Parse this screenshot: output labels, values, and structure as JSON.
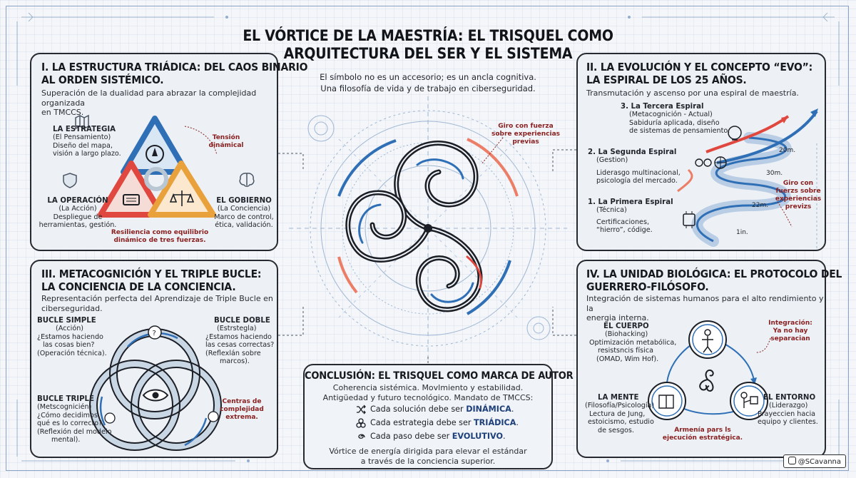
{
  "header": {
    "title_1": "EL VÓRTICE DE LA MAESTRÍA: EL TRISQUEL COMO",
    "title_2": "ARQUITECTURA DEL SER Y EL SISTEMA",
    "tagline_1": "El símbolo no es un accesorio; es un ancla cognitiva.",
    "tagline_2": "Una filosofía de vida y de trabajo en ciberseguridad."
  },
  "center": {
    "annotation_1": "Giro con fuerza",
    "annotation_2": "sobre experiencias",
    "annotation_3": "previas"
  },
  "panel1": {
    "title_1": "I. LA ESTRUCTURA TRIÁDICA: DEL CAOS BINARIO",
    "title_2": "AL ORDEN SISTÉMICO.",
    "subtitle_1": "Superación de la dualidad para abrazar la complejidad organizada",
    "subtitle_2": "en TMCCS.",
    "estrategia": {
      "name": "LA ESTRATEGIA",
      "sub": "(El Pensamiento)",
      "d1": "Diseño del mapa,",
      "d2": "visión a largo plazo."
    },
    "operacion": {
      "name": "LA OPERACIÓN",
      "sub": "(La Acción)",
      "d1": "Despliegue de",
      "d2": "herramientas, gestión."
    },
    "gobierno": {
      "name": "EL GOBIERNO",
      "sub": "(La Conciencia)",
      "d1": "Marco de control,",
      "d2": "ética, validación."
    },
    "tension_1": "Tensión",
    "tension_2": "dinámical",
    "resiliencia_1": "Resiliencia como equilibrio",
    "resiliencia_2": "dinámico de tres fuerzas."
  },
  "panel2": {
    "title_1": "II. LA EVOLUCIÓN Y EL CONCEPTO “EVO”:",
    "title_2": "LA ESPIRAL DE LOS 25 AÑOS.",
    "subtitle": "Transmutación y ascenso por una espiral de maestría.",
    "third": {
      "name": "3. La Tercera Espiral",
      "sub": "(Metacognición - Actual)",
      "d1": "Sabiduría aplicada, diseño",
      "d2": "de sistemas de pensamiento."
    },
    "second": {
      "name": "2. La Segunda Espiral",
      "sub": "(Gestion)",
      "d1": "Liderasgo multinacional,",
      "d2": "psicología del mercado."
    },
    "first": {
      "name": "1. La Primera Espiral",
      "sub": "(Técnica)",
      "d1": "Certificaciones,",
      "d2": "“hierro”, códige."
    },
    "m20": "20m.",
    "m30": "30m.",
    "m22": "22m.",
    "m1": "1in.",
    "ann_1": "Giro con",
    "ann_2": "fuerzs sobre",
    "ann_3": "experiencias",
    "ann_4": "previzs"
  },
  "panel3": {
    "title_1": "III. METACOGNICIÓN Y EL TRIPLE BUCLE:",
    "title_2": "LA CONCIENCIA DE LA CONCIENCIA.",
    "subtitle_1": "Representación perfecta del Aprendizaje de Triple Bucle en",
    "subtitle_2": "ciberseguridad.",
    "simple": {
      "name": "BUCLE SIMPLE",
      "sub": "(Acción)",
      "d1": "¿Estamos haciendo",
      "d2": "las cosas bien?",
      "d3": "(Operación técnica)."
    },
    "doble": {
      "name": "BUCLE DOBLE",
      "sub": "(Estrstegla)",
      "d1": "¿Estamos haciendo",
      "d2": "las cesas correctas?",
      "d3": "(Reflexlán sobre",
      "d4": "marcos)."
    },
    "triple": {
      "name": "BUCLE TRIPLE",
      "sub": "(Metscognicién)",
      "d1": "¿Cómo decidimos",
      "d2": "qué es lo correcto?",
      "d3": "(Reflexión del modelo",
      "d4": "mental)."
    },
    "centros_1": "Centras de",
    "centros_2": "complejidad",
    "centros_3": "extrema."
  },
  "panel4": {
    "title_1": "IV. LA UNIDAD BIOLÓGICA: EL PROTOCOLO DEL",
    "title_2": "GUERRERO-FILÓSOFO.",
    "subtitle_1": "Integración de sistemas humanos para el alto rendimiento y la",
    "subtitle_2": "energia interna.",
    "cuerpo": {
      "name": "EL CUERPO",
      "sub": "(Biohacking)",
      "d1": "Optimización metabólica,",
      "d2": "resistsncis física",
      "d3": "(OMAD, Wim Hof)."
    },
    "mente": {
      "name": "LA MENTE",
      "sub": "(Filosofía/Psicología)",
      "d1": "Lectura de Jung,",
      "d2": "estoicismo, estudio",
      "d3": "de sesgos."
    },
    "entorno": {
      "name": "EL ENTORNO",
      "sub": "(Liderazgo)",
      "d1": "Prayeccien hacia",
      "d2": "equipo y clientes."
    },
    "integracion_1": "Integración:",
    "integracion_2": "Ya no hay",
    "integracion_3": "separacian",
    "armonia_1": "Armenía pars ls",
    "armonia_2": "ejecución estratégica."
  },
  "conclusion": {
    "title": "CONCLUSIÓN: EL TRISQUEL COMO MARCA DE AUTOR",
    "line_1": "Coherencia sistémica. Movlmiento y estabilidad.",
    "line_2": "Antigüedad y futuro tecnológico. Mandato de TMCCS:",
    "b1_pre": "Cada solución debe ser ",
    "b1_em": "DINÁMICA",
    "b2_pre": "Cada estrategia debe ser ",
    "b2_em": "TRIÁDICA",
    "b3_pre": "Cada paso debe ser ",
    "b3_em": "EVOLUTIVO",
    "dot": ".",
    "end_1": "Vórtice de energía dirigida para elevar el estándar",
    "end_2": "a través de la conciencia superior."
  },
  "footer": {
    "handle": "@SCavanna"
  },
  "colors": {
    "blue": "#2f6fb6",
    "orange": "#e9a13b",
    "red": "#e0473e",
    "coral": "#ec7d66",
    "dark": "#1b1e24",
    "annotation": "#8a2020"
  }
}
